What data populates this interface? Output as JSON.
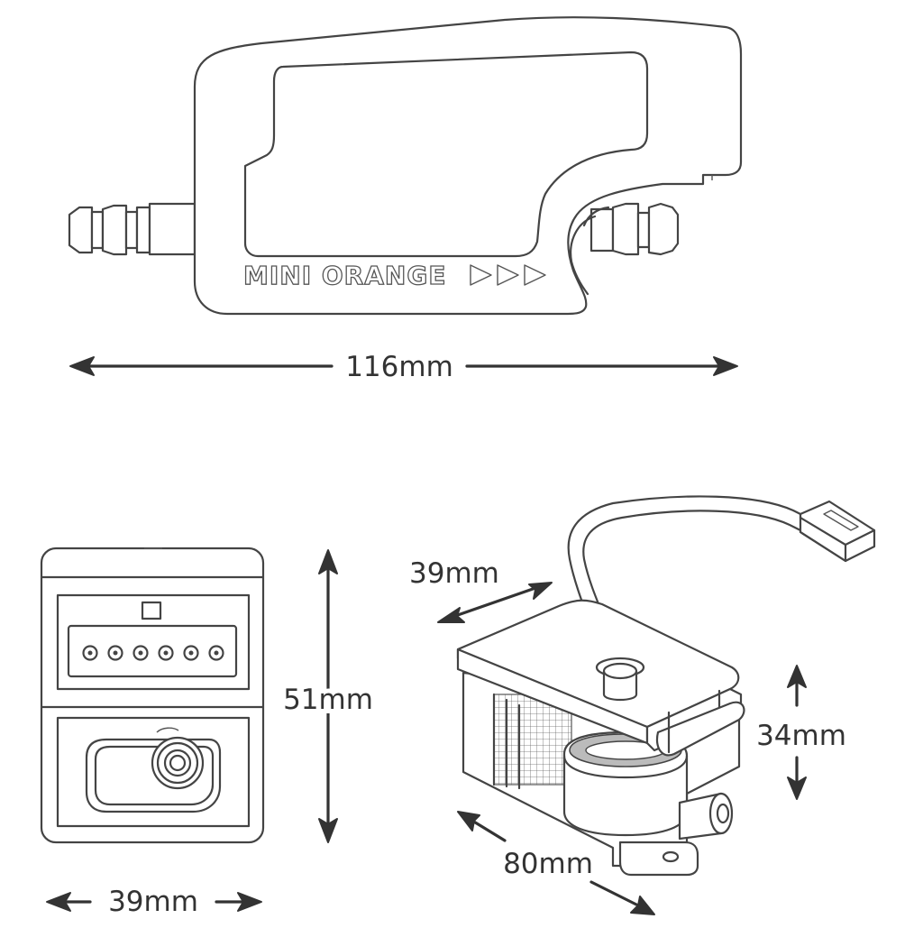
{
  "product": {
    "brand_label": "MINI ORANGE",
    "flow_indicator_icon": "triple-chevron-right-icon"
  },
  "dimensions": {
    "length": "116mm",
    "front_width": "39mm",
    "front_height": "51mm",
    "iso_depth": "39mm",
    "iso_height": "34mm",
    "iso_length": "80mm"
  },
  "colors": {
    "line": "#444444",
    "text": "#333333",
    "background": "#ffffff"
  }
}
